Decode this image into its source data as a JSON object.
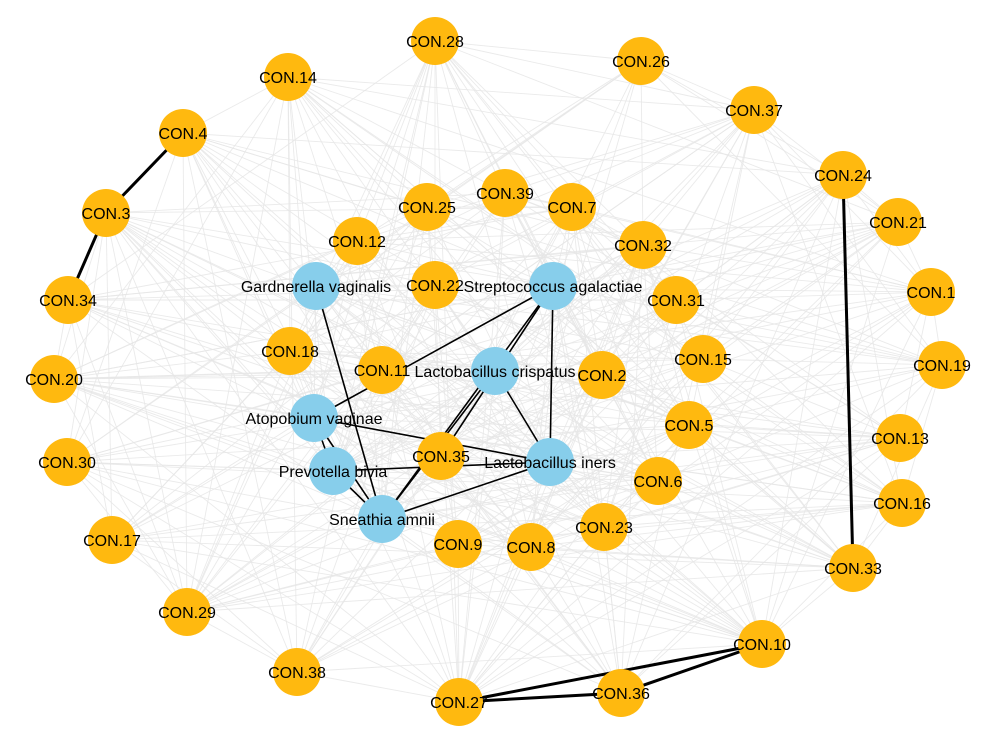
{
  "colors": {
    "background": "#ffffff",
    "taxon_node": "#87ceeb",
    "control_node": "#ffb90f",
    "faint_edge": "#e6e6e6",
    "strong_edge": "#000000",
    "label": "#000000"
  },
  "nodes": [
    {
      "id": "ga",
      "label": "Gardnerella vaginalis",
      "group": "taxon"
    },
    {
      "id": "st",
      "label": "Streptococcus agalactiae",
      "group": "taxon"
    },
    {
      "id": "lc",
      "label": "Lactobacillus crispatus",
      "group": "taxon"
    },
    {
      "id": "av",
      "label": "Atopobium vaginae",
      "group": "taxon"
    },
    {
      "id": "li",
      "label": "Lactobacillus iners",
      "group": "taxon"
    },
    {
      "id": "pb",
      "label": "Prevotella bivia",
      "group": "taxon"
    },
    {
      "id": "sa",
      "label": "Sneathia amnii",
      "group": "taxon"
    },
    {
      "id": "c1",
      "label": "CON.1",
      "group": "control"
    },
    {
      "id": "c2",
      "label": "CON.2",
      "group": "control"
    },
    {
      "id": "c3",
      "label": "CON.3",
      "group": "control"
    },
    {
      "id": "c4",
      "label": "CON.4",
      "group": "control"
    },
    {
      "id": "c5",
      "label": "CON.5",
      "group": "control"
    },
    {
      "id": "c6",
      "label": "CON.6",
      "group": "control"
    },
    {
      "id": "c7",
      "label": "CON.7",
      "group": "control"
    },
    {
      "id": "c8",
      "label": "CON.8",
      "group": "control"
    },
    {
      "id": "c9",
      "label": "CON.9",
      "group": "control"
    },
    {
      "id": "c10",
      "label": "CON.10",
      "group": "control"
    },
    {
      "id": "c11",
      "label": "CON.11",
      "group": "control"
    },
    {
      "id": "c12",
      "label": "CON.12",
      "group": "control"
    },
    {
      "id": "c13",
      "label": "CON.13",
      "group": "control"
    },
    {
      "id": "c14",
      "label": "CON.14",
      "group": "control"
    },
    {
      "id": "c15",
      "label": "CON.15",
      "group": "control"
    },
    {
      "id": "c16",
      "label": "CON.16",
      "group": "control"
    },
    {
      "id": "c17",
      "label": "CON.17",
      "group": "control"
    },
    {
      "id": "c18",
      "label": "CON.18",
      "group": "control"
    },
    {
      "id": "c19",
      "label": "CON.19",
      "group": "control"
    },
    {
      "id": "c20",
      "label": "CON.20",
      "group": "control"
    },
    {
      "id": "c21",
      "label": "CON.21",
      "group": "control"
    },
    {
      "id": "c22",
      "label": "CON.22",
      "group": "control"
    },
    {
      "id": "c23",
      "label": "CON.23",
      "group": "control"
    },
    {
      "id": "c24",
      "label": "CON.24",
      "group": "control"
    },
    {
      "id": "c25",
      "label": "CON.25",
      "group": "control"
    },
    {
      "id": "c26",
      "label": "CON.26",
      "group": "control"
    },
    {
      "id": "c27",
      "label": "CON.27",
      "group": "control"
    },
    {
      "id": "c28",
      "label": "CON.28",
      "group": "control"
    },
    {
      "id": "c29",
      "label": "CON.29",
      "group": "control"
    },
    {
      "id": "c30",
      "label": "CON.30",
      "group": "control"
    },
    {
      "id": "c31",
      "label": "CON.31",
      "group": "control"
    },
    {
      "id": "c32",
      "label": "CON.32",
      "group": "control"
    },
    {
      "id": "c33",
      "label": "CON.33",
      "group": "control"
    },
    {
      "id": "c34",
      "label": "CON.34",
      "group": "control"
    },
    {
      "id": "c35",
      "label": "CON.35",
      "group": "control"
    },
    {
      "id": "c36",
      "label": "CON.36",
      "group": "control"
    },
    {
      "id": "c37",
      "label": "CON.37",
      "group": "control"
    },
    {
      "id": "c38",
      "label": "CON.38",
      "group": "control"
    },
    {
      "id": "c39",
      "label": "CON.39",
      "group": "control"
    }
  ],
  "strong_edges": [
    [
      "c4",
      "c3"
    ],
    [
      "c3",
      "c34"
    ],
    [
      "c24",
      "c33"
    ],
    [
      "c10",
      "c36"
    ],
    [
      "c10",
      "c27"
    ],
    [
      "c36",
      "c27"
    ],
    [
      "ga",
      "sa"
    ],
    [
      "st",
      "sa"
    ],
    [
      "st",
      "c35"
    ],
    [
      "st",
      "li"
    ],
    [
      "st",
      "av"
    ],
    [
      "lc",
      "sa"
    ],
    [
      "lc",
      "li"
    ],
    [
      "av",
      "pb"
    ],
    [
      "av",
      "sa"
    ],
    [
      "av",
      "li"
    ],
    [
      "pb",
      "sa"
    ],
    [
      "li",
      "sa"
    ],
    [
      "li",
      "pb"
    ]
  ]
}
